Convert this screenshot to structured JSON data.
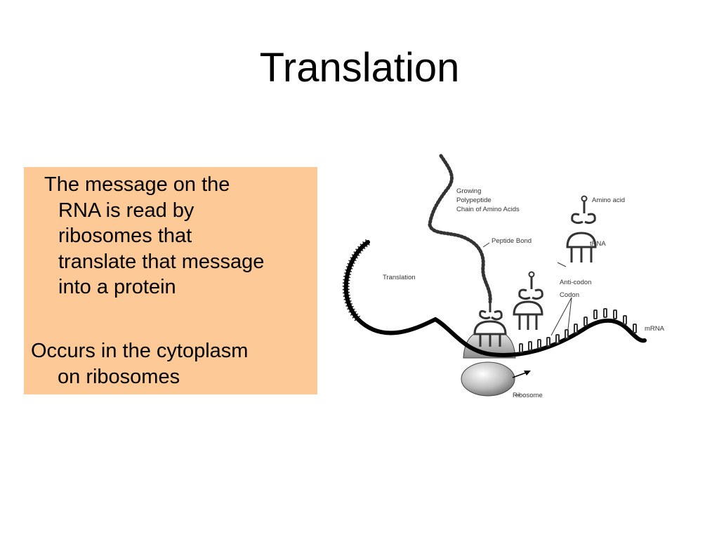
{
  "slide": {
    "title": "Translation",
    "bullets": [
      {
        "lines": [
          "The message on the",
          "RNA is read by",
          "ribosomes that",
          "translate that message",
          "into a protein"
        ]
      },
      {
        "lines": [
          "Occurs in the cytoplasm",
          "on ribosomes"
        ]
      }
    ]
  },
  "diagram": {
    "labels": {
      "growing": "Growing",
      "polypeptide": "Polypeptide",
      "chain": "Chain of Amino Acids",
      "peptide_bond": "Peptide Bond",
      "amino_acid": "Amino acid",
      "trna": "tRNA",
      "translation": "Translation",
      "anticodon": "Anti-codon",
      "codon": "Codon",
      "mrna": "mRNA",
      "ribosome": "Ribosome"
    }
  },
  "colors": {
    "text_box_background": "#fdc996"
  }
}
